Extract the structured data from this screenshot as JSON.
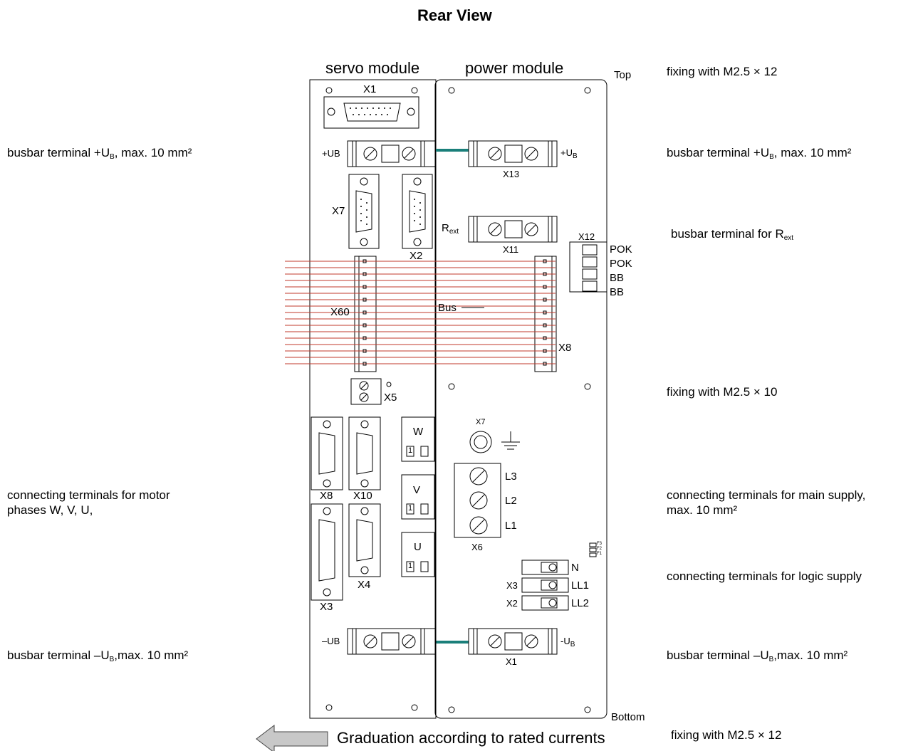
{
  "title": "Rear View",
  "modules": {
    "servo": "servo module",
    "power": "power module"
  },
  "orientation": {
    "top": "Top",
    "bottom": "Bottom"
  },
  "left_notes": {
    "busbar_plus_base": "busbar terminal  +U",
    "busbar_plus_sub": "B",
    "busbar_plus_tail": ", max. 10 mm²",
    "motor_line1": "connecting terminals for motor",
    "motor_line2": "phases W, V, U,",
    "busbar_minus_base": "busbar terminal  –U",
    "busbar_minus_sub": "B",
    "busbar_minus_tail": ",max. 10 mm²"
  },
  "right_notes": {
    "fixing_top": "fixing with M2.5 × 12",
    "busbar_plus_base": "busbar terminal  +U",
    "busbar_plus_sub": "B",
    "busbar_plus_tail": ", max. 10 mm²",
    "rext_base": "busbar terminal for R",
    "rext_sub": "ext",
    "fixing_mid": "fixing with M2.5 × 10",
    "main_line1": "connecting terminals for main supply,",
    "main_line2": "max. 10 mm²",
    "logic": "connecting terminals for logic  supply",
    "busbar_minus_base": "busbar terminal –U",
    "busbar_minus_sub": "B",
    "busbar_minus_tail": ",max. 10 mm²",
    "fixing_bottom": "fixing with M2.5 × 12"
  },
  "servo_labels": {
    "x1": "X1",
    "plus_ub": "+UB",
    "x7": "X7",
    "x2": "X2",
    "x60": "X60",
    "x5": "X5",
    "x8": "X8",
    "x10": "X10",
    "x3": "X3",
    "x4": "X4",
    "w": "W",
    "v": "V",
    "u": "U",
    "one": "1",
    "minus_ub": "–UB"
  },
  "power_labels": {
    "plus_ub_base": "+U",
    "plus_ub_sub": "B",
    "x13": "X13",
    "rext_base": "R",
    "rext_sub": "ext",
    "x11": "X11",
    "x12": "X12",
    "pok1": "POK",
    "pok2": "POK",
    "bb1": "BB",
    "bb2": "BB",
    "bus": "Bus",
    "x8": "X8",
    "x7": "X7",
    "l3": "L3",
    "l2": "L2",
    "l1": "L1",
    "x6": "X6",
    "n": "N",
    "ll1": "LL1",
    "ll2": "LL2",
    "x3": "X3",
    "x2": "X2",
    "f3": "F3",
    "f2": "F2",
    "f1": "F1",
    "minus_ub_base": "-U",
    "minus_ub_sub": "B",
    "x1": "X1"
  },
  "graduation": "Graduation according to rated currents",
  "colors": {
    "bus_line": "#c0392b",
    "busbar_link": "#1a7f7a",
    "arrow_fill": "#c8c8c8"
  }
}
